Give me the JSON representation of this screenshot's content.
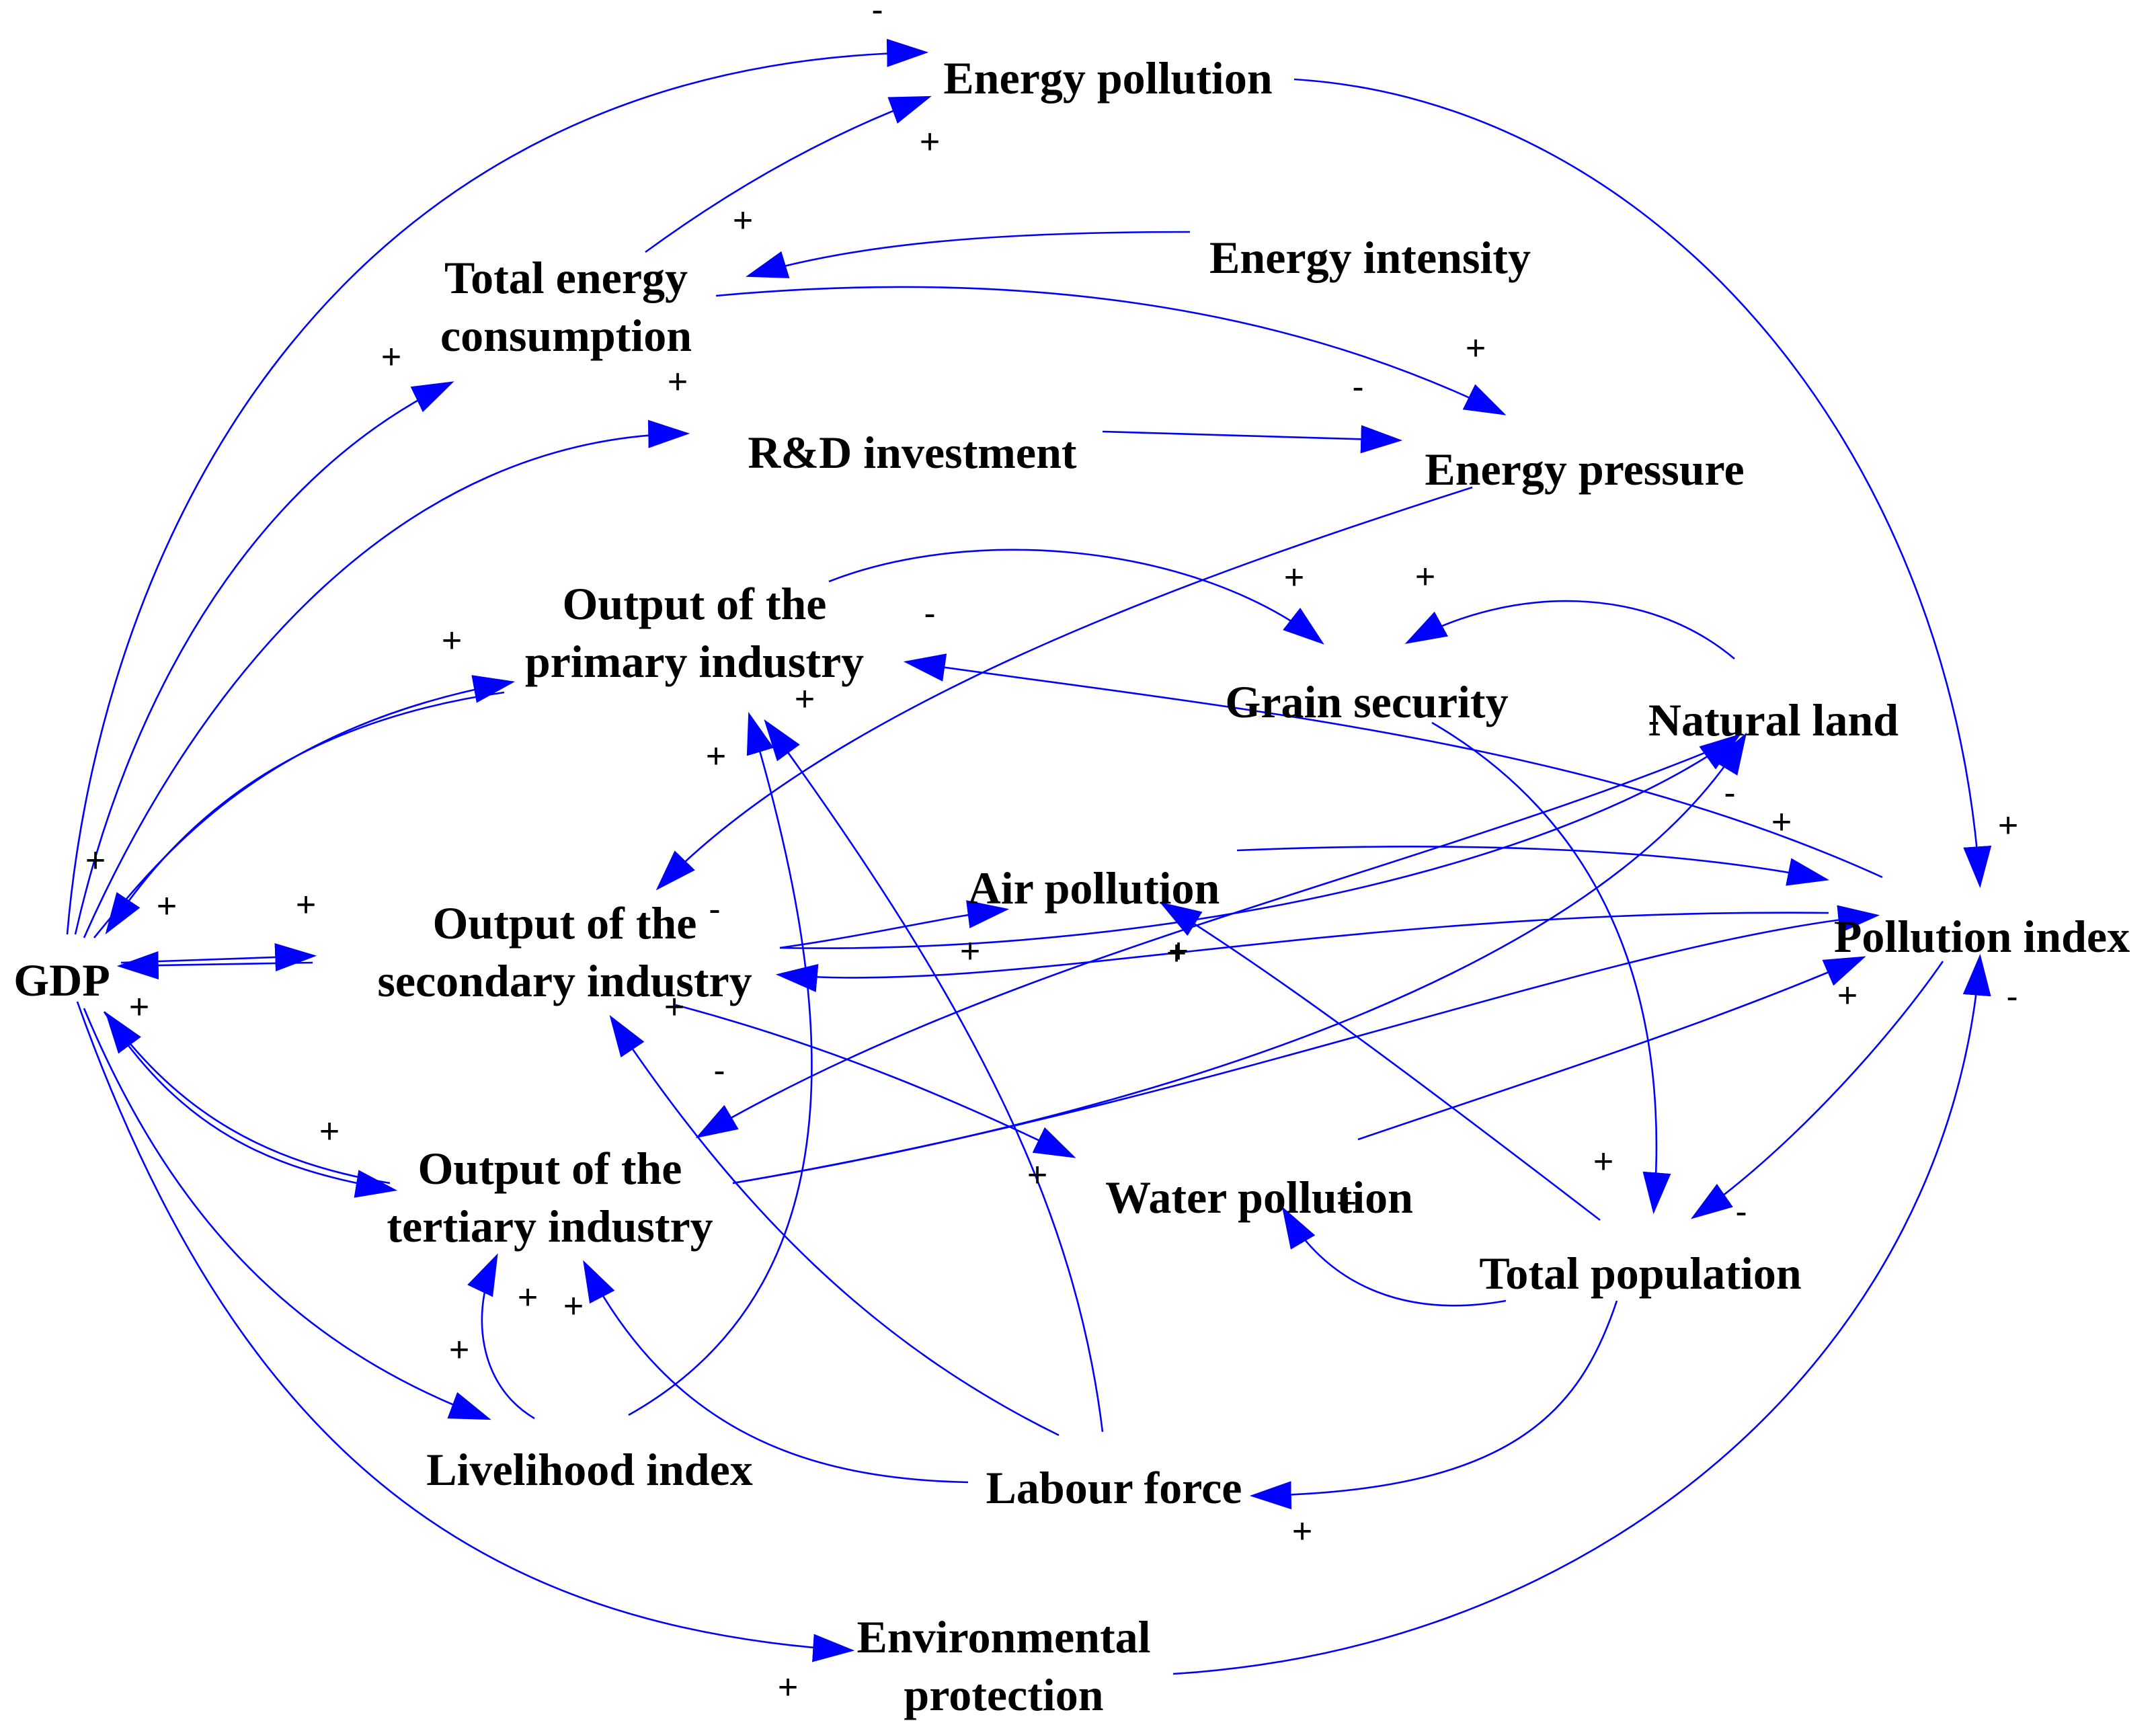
{
  "colors": {
    "background": "#ffffff",
    "link": "#0000ff",
    "arrowhead": "#0000ff",
    "text": "#000000"
  },
  "nodes": [
    {
      "id": "energy_pollution",
      "label": "Energy pollution"
    },
    {
      "id": "energy_intensity",
      "label": "Energy intensity"
    },
    {
      "id": "total_energy",
      "label": "Total energy consumption"
    },
    {
      "id": "rd_investment",
      "label": "R&D investment"
    },
    {
      "id": "energy_pressure",
      "label": "Energy pressure"
    },
    {
      "id": "primary",
      "label": "Output of the primary industry"
    },
    {
      "id": "grain_security",
      "label": "Grain security"
    },
    {
      "id": "natural_land",
      "label": "Natural land"
    },
    {
      "id": "air_pollution",
      "label": "Air pollution"
    },
    {
      "id": "pollution_index",
      "label": "Pollution index"
    },
    {
      "id": "gdp",
      "label": "GDP"
    },
    {
      "id": "secondary",
      "label": "Output of the secondary industry"
    },
    {
      "id": "tertiary",
      "label": "Output of the tertiary industry"
    },
    {
      "id": "water_pollution",
      "label": "Water pollution"
    },
    {
      "id": "total_population",
      "label": "Total population"
    },
    {
      "id": "livelihood_index",
      "label": "Livelihood index"
    },
    {
      "id": "labour_force",
      "label": "Labour force"
    },
    {
      "id": "env_protection",
      "label": "Environmental protection"
    }
  ],
  "links": [
    {
      "from": "gdp",
      "to": "energy_pollution",
      "polarity": "-"
    },
    {
      "from": "total_energy",
      "to": "energy_pollution",
      "polarity": "+"
    },
    {
      "from": "energy_intensity",
      "to": "total_energy",
      "polarity": "+"
    },
    {
      "from": "gdp",
      "to": "total_energy",
      "polarity": "+"
    },
    {
      "from": "total_energy",
      "to": "energy_pressure",
      "polarity": "+"
    },
    {
      "from": "gdp",
      "to": "rd_investment",
      "polarity": "+"
    },
    {
      "from": "rd_investment",
      "to": "energy_pressure",
      "polarity": "-"
    },
    {
      "from": "energy_pollution",
      "to": "pollution_index",
      "polarity": "+"
    },
    {
      "from": "energy_pressure",
      "to": "secondary",
      "polarity": "-"
    },
    {
      "from": "primary",
      "to": "grain_security",
      "polarity": "+"
    },
    {
      "from": "natural_land",
      "to": "grain_security",
      "polarity": "+"
    },
    {
      "from": "pollution_index",
      "to": "primary",
      "polarity": "-"
    },
    {
      "from": "gdp",
      "to": "primary",
      "polarity": "+"
    },
    {
      "from": "primary",
      "to": "gdp",
      "polarity": "+"
    },
    {
      "from": "livelihood_index",
      "to": "primary",
      "polarity": "+"
    },
    {
      "from": "labour_force",
      "to": "primary",
      "polarity": "+"
    },
    {
      "from": "secondary",
      "to": "natural_land",
      "polarity": "-"
    },
    {
      "from": "tertiary",
      "to": "natural_land",
      "polarity": "-"
    },
    {
      "from": "natural_land",
      "to": "tertiary",
      "polarity": "-"
    },
    {
      "from": "air_pollution",
      "to": "pollution_index",
      "polarity": "+"
    },
    {
      "from": "secondary",
      "to": "air_pollution",
      "polarity": "+"
    },
    {
      "from": "total_population",
      "to": "air_pollution",
      "polarity": "+"
    },
    {
      "from": "gdp",
      "to": "secondary",
      "polarity": "+"
    },
    {
      "from": "secondary",
      "to": "gdp",
      "polarity": "+"
    },
    {
      "from": "pollution_index",
      "to": "secondary",
      "polarity": "-"
    },
    {
      "from": "secondary",
      "to": "water_pollution",
      "polarity": "+"
    },
    {
      "from": "water_pollution",
      "to": "pollution_index",
      "polarity": "+"
    },
    {
      "from": "total_population",
      "to": "water_pollution",
      "polarity": "+"
    },
    {
      "from": "grain_security",
      "to": "total_population",
      "polarity": "+"
    },
    {
      "from": "pollution_index",
      "to": "total_population",
      "polarity": "-"
    },
    {
      "from": "env_protection",
      "to": "pollution_index",
      "polarity": "-"
    },
    {
      "from": "gdp",
      "to": "env_protection",
      "polarity": "+"
    },
    {
      "from": "gdp",
      "to": "tertiary",
      "polarity": "+"
    },
    {
      "from": "tertiary",
      "to": "gdp",
      "polarity": "+"
    },
    {
      "from": "tertiary",
      "to": "pollution_index",
      "polarity": "+"
    },
    {
      "from": "livelihood_index",
      "to": "tertiary",
      "polarity": "+"
    },
    {
      "from": "labour_force",
      "to": "tertiary",
      "polarity": "+"
    },
    {
      "from": "labour_force",
      "to": "secondary",
      "polarity": "+"
    },
    {
      "from": "gdp",
      "to": "livelihood_index",
      "polarity": "+"
    },
    {
      "from": "total_population",
      "to": "labour_force",
      "polarity": "+"
    }
  ]
}
